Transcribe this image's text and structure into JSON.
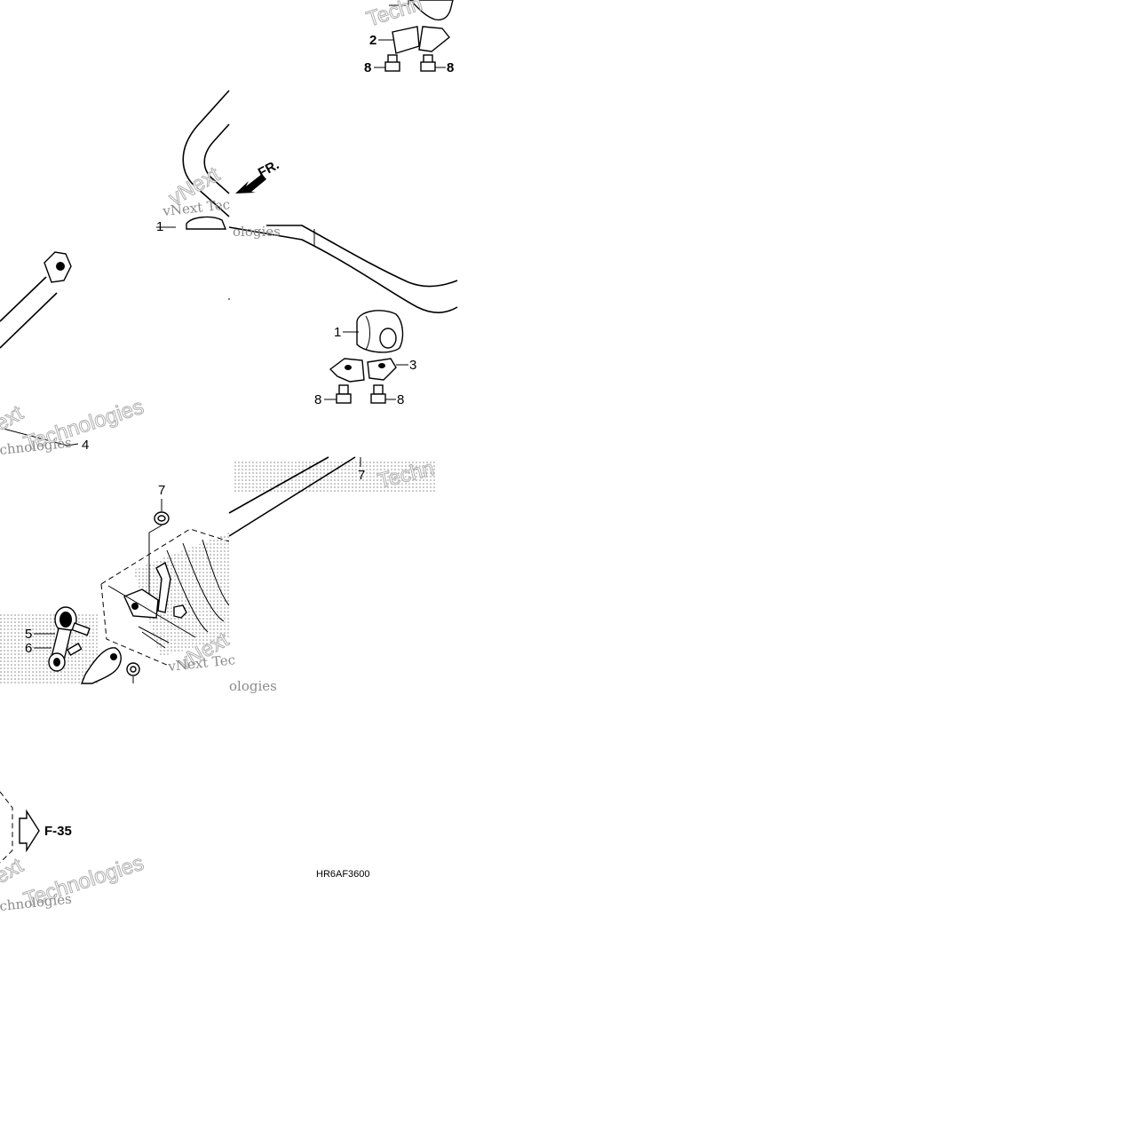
{
  "diagram": {
    "part_code": "HR6AF3600",
    "reference_link": "F-35",
    "front_marker": "FR.",
    "watermarks": {
      "vnext": "vNext",
      "technologies": "Technologies",
      "vnext_tech": "vNext Tec",
      "ologies": "ologies",
      "chnologies": "chnologies",
      "tech_partial": "Techn",
      "ext": "ext"
    },
    "callouts": [
      "1",
      "2",
      "3",
      "4",
      "5",
      "6",
      "7",
      "8"
    ],
    "colors": {
      "line": "#000000",
      "watermark": "#8a8a8a",
      "shading": "#b8b8b8",
      "background": "#ffffff"
    }
  }
}
